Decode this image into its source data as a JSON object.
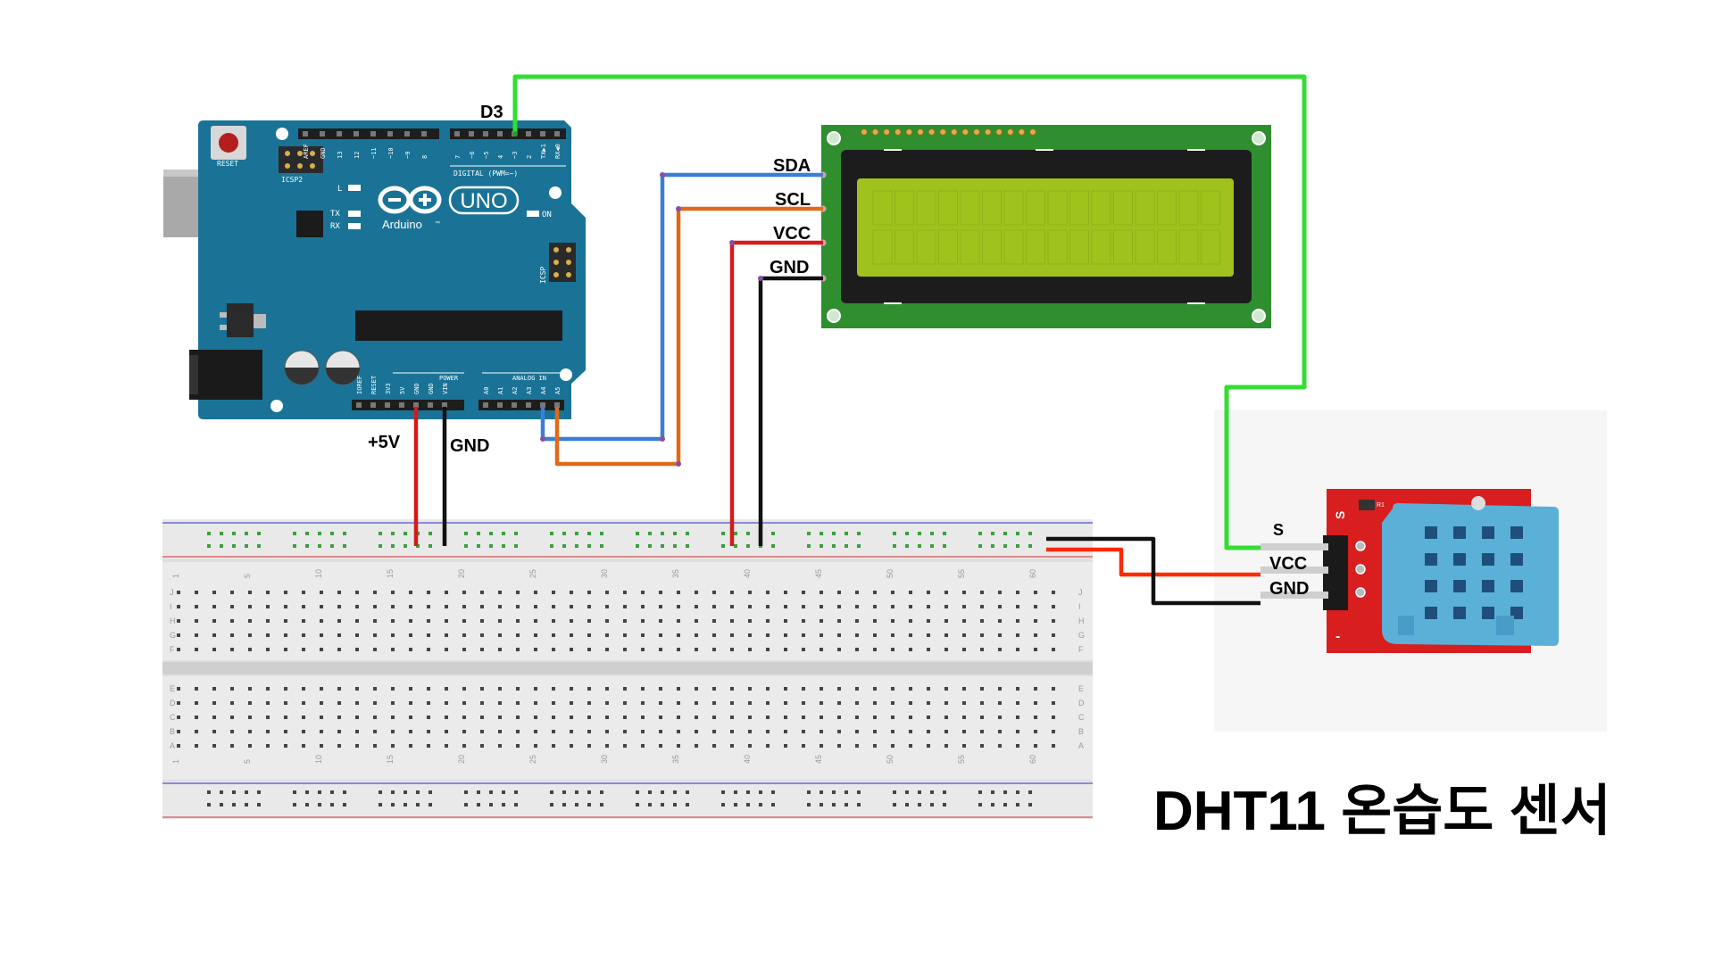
{
  "title": "DHT11 온습도 센서",
  "arduino": {
    "reset_label": "RESET",
    "icsp2_label": "ICSP2",
    "icsp_label": "ICSP",
    "l_label": "L",
    "tx_label": "TX",
    "rx_label": "RX",
    "on_label": "ON",
    "logo_brand": "Arduino",
    "logo_tm": "™",
    "model": "UNO",
    "digital_label": "DIGITAL (PWM=~)",
    "power_label": "POWER",
    "analog_label": "ANALOG IN",
    "digital_pins": [
      "AREF",
      "GND",
      "13",
      "12",
      "~11",
      "~10",
      "~9",
      "8",
      "7",
      "~6",
      "~5",
      "4",
      "~3",
      "2",
      "TX▶1",
      "RX◀0"
    ],
    "power_pins": [
      "IOREF",
      "RESET",
      "3V3",
      "5V",
      "GND",
      "GND",
      "VIN"
    ],
    "analog_pins": [
      "A0",
      "A1",
      "A2",
      "A3",
      "A4",
      "A5"
    ]
  },
  "labels": {
    "d3": "D3",
    "plus5v": "+5V",
    "gnd_arduino": "GND",
    "lcd_sda": "SDA",
    "lcd_scl": "SCL",
    "lcd_vcc": "VCC",
    "lcd_gnd": "GND",
    "sensor_s": "S",
    "sensor_vcc": "VCC",
    "sensor_gnd": "GND"
  },
  "sensor_board": {
    "s_mark": "S",
    "minus_mark": "-",
    "r1_mark": "R1"
  },
  "breadboard": {
    "column_numbers": [
      "1",
      "5",
      "10",
      "15",
      "20",
      "25",
      "30",
      "35",
      "40",
      "45",
      "50",
      "55",
      "60"
    ],
    "row_letters_top": [
      "J",
      "I",
      "H",
      "G",
      "F"
    ],
    "row_letters_bottom": [
      "E",
      "D",
      "C",
      "B",
      "A"
    ]
  },
  "wire_colors": {
    "green": "#33dd33",
    "blue": "#3a7fd5",
    "orange": "#e06a1a",
    "red": "#d41a1a",
    "black": "#111111",
    "sensor_red": "#ff2a00"
  }
}
